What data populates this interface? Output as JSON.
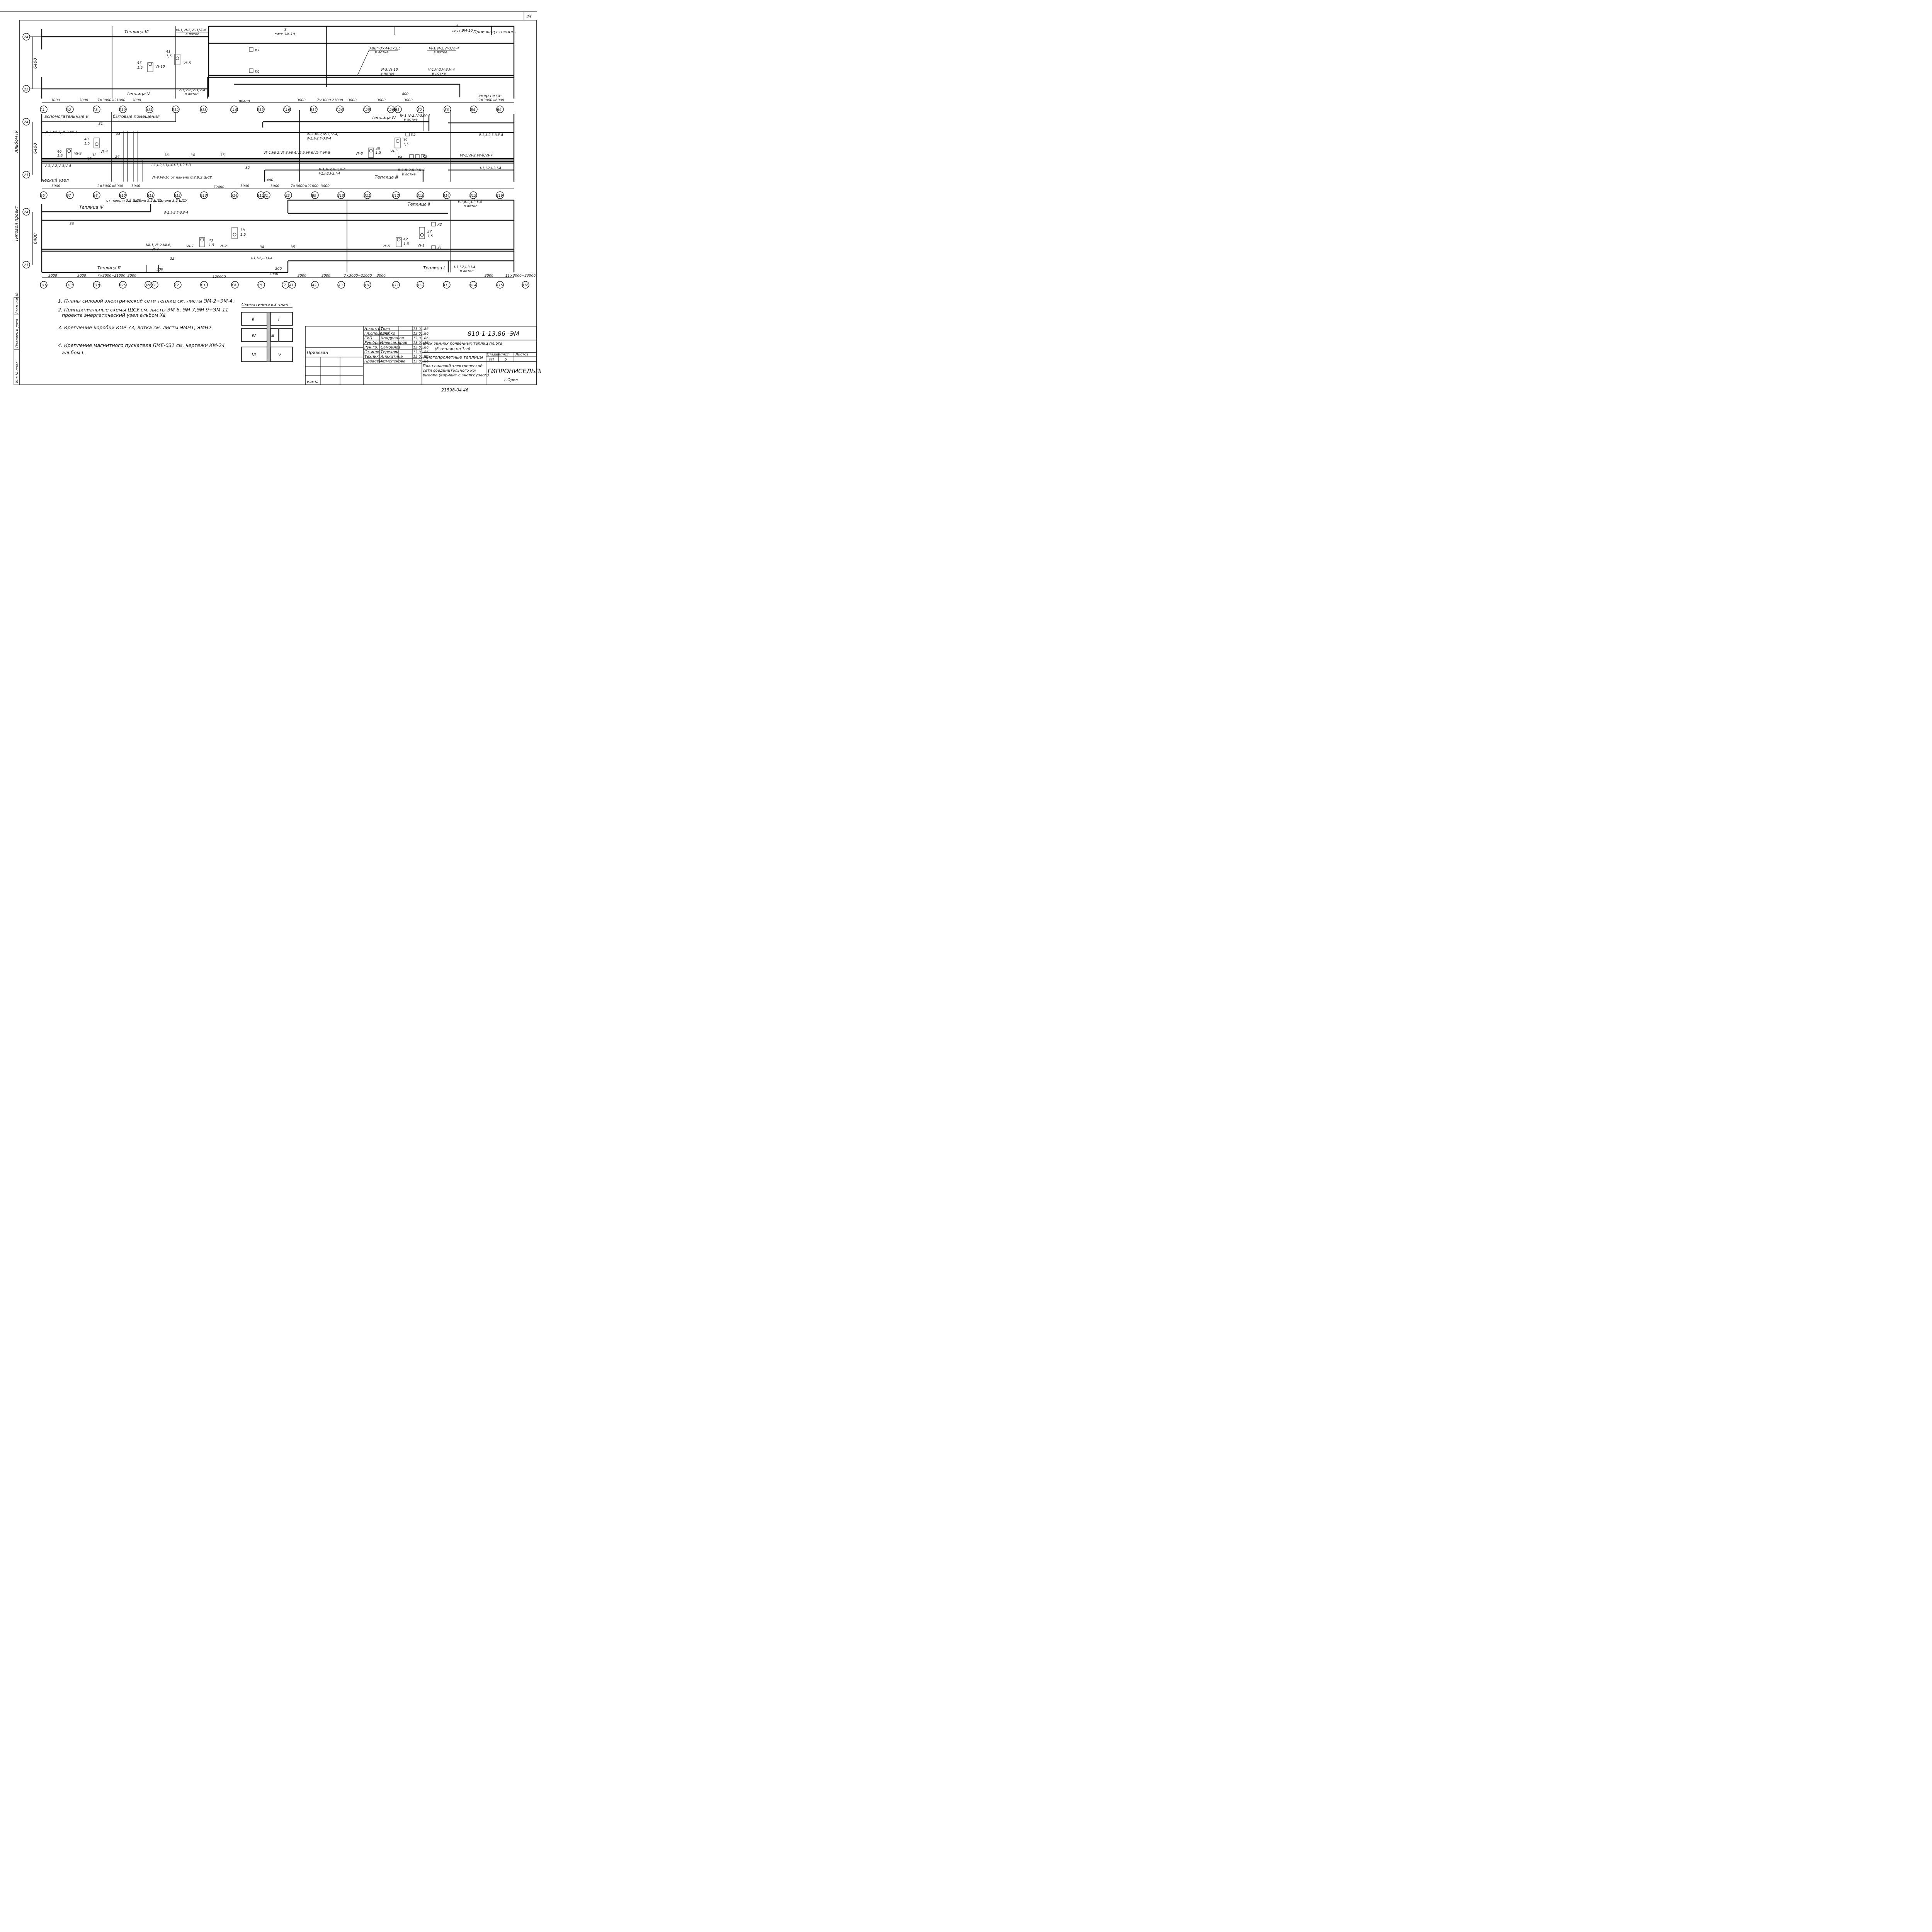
{
  "sheet": {
    "page_number": "45",
    "side_labels": [
      "Типовой проект",
      "Альбом IV"
    ],
    "stamp_labels": [
      "Инв.№ подл.",
      "Подпись и дата",
      "Взам.инв.№"
    ],
    "bottom_number": "21598-04 46"
  },
  "rows": {
    "axis_labels": [
      "24",
      "25"
    ],
    "dimension": "6400"
  },
  "greenhouses": [
    "Теплица Ⅵ",
    "Теплица Ⅴ",
    "Теплица Ⅳ",
    "Теплица Ⅲ",
    "Теплица Ⅳ",
    "Теплица Ⅱ",
    "Теплица Ⅲ",
    "Теплица I"
  ],
  "zone_labels": [
    "вспомогательные и",
    "бытовые помещения",
    "ческий узел",
    "Производ ственно-",
    "энер гети-"
  ],
  "cables": {
    "c1": "Ⅵ-1,Ⅵ-2,Ⅵ-3,Ⅵ-4",
    "c1b": "в лотке",
    "c2": "Ⅵ-1,Ⅵ-2,Ⅵ-3,Ⅵ-4",
    "c3": "АВВГ-3×4+1×2,5",
    "c4": "Ⅵ-3,Ⅶ-10",
    "c5": "Ⅴ-1,Ⅴ-2,Ⅴ-3,Ⅴ-4",
    "c6": "Ⅴ-1,Ⅴ-2,Ⅴ-3,Ⅴ-4",
    "c7": "Ⅳ-1,Ⅳ-2,Ⅳ-3,Ⅳ-4",
    "c8": "Ⅳ-1,Ⅳ-2,Ⅳ-3,Ⅳ-4,",
    "c8b": "Ⅱ-1,Ⅱ-2,Ⅱ-3,Ⅱ-4",
    "c9": "Ⅱ-1,Ⅱ-2,Ⅱ-3,Ⅱ-4",
    "c10": "Ⅶ-1,Ⅶ-2,Ⅶ-3,Ⅶ-4",
    "c11": "Ⅶ-1,Ⅶ-2,Ⅶ-6,Ⅶ-7",
    "c12": "Ⅰ-1,Ⅰ-2,Ⅰ-3,Ⅰ-4",
    "c13": "Ⅲ-1,Ⅲ-2,Ⅲ-3,Ⅲ-4",
    "c14": "Ⅰ-1,Ⅰ-2,Ⅰ-3,Ⅰ-4",
    "c15": "Ⅲ-1,Ⅲ-2,Ⅲ-3,Ⅲ-4",
    "c16": "Ⅱ-1,Ⅱ-2,Ⅱ-3,Ⅱ-4",
    "c17": "Ⅱ-1,Ⅱ-2,Ⅱ-3,Ⅱ-4",
    "c18": "Ⅶ-1,Ⅶ-2,Ⅶ-6,",
    "c18b": "Ⅶ-7",
    "c19": "Ⅰ-1,Ⅰ-2,Ⅰ-3,Ⅰ-4",
    "c20": "Ⅰ-1,Ⅰ-2,Ⅰ-3,Ⅰ-4",
    "c21": "Ⅴ-1,Ⅴ-2,Ⅴ-3,Ⅴ-4",
    "c22": "Ⅰ-1,Ⅰ-2,Ⅰ-3,Ⅰ-4,Ⅰ-1,Ⅱ-2,Ⅱ-3",
    "c23": "Ⅶ-1,Ⅶ-2,Ⅶ-3,Ⅶ-4,Ⅶ-5,Ⅶ-6,Ⅶ-7,Ⅶ-8",
    "c24": "Ⅶ-9,Ⅶ-10 от панели 8.2,9.2 ЩСУ",
    "in_tray": "в лотке",
    "labels": [
      "31",
      "32",
      "33",
      "34",
      "35",
      "36",
      "37"
    ],
    "to_panel": [
      "от панели 3.2 ЩСУ",
      "от панели 5.2 ЩСУ",
      "от панели 3.2 ЩСУ"
    ]
  },
  "equipment": [
    {
      "num": "47",
      "cross": "1,5",
      "motor": "Ⅶ-10"
    },
    {
      "num": "41",
      "cross": "1,5",
      "motor": "Ⅶ-5"
    },
    {
      "num": "40",
      "cross": "1,5",
      "motor": "Ⅶ-4"
    },
    {
      "num": "46",
      "cross": "1,5",
      "motor": "Ⅶ-9"
    },
    {
      "num": "45",
      "cross": "1,5",
      "motor": "Ⅶ-8"
    },
    {
      "num": "39",
      "cross": "1,5",
      "motor": "Ⅶ-3"
    },
    {
      "num": "38",
      "cross": "1,5",
      "motor": "Ⅶ-2"
    },
    {
      "num": "43",
      "cross": "1,5",
      "motor": "Ⅶ-7"
    },
    {
      "num": "42",
      "cross": "1,5",
      "motor": "Ⅶ-6"
    },
    {
      "num": "37",
      "cross": "1,5",
      "motor": "Ⅶ-1"
    }
  ],
  "boxes": [
    "K7",
    "K6",
    "K5",
    "K4",
    "K3",
    "K2",
    "K1"
  ],
  "refs": {
    "r3": "3",
    "r3b": "лист ЭМ-10",
    "r4": "4",
    "r4b": "лист ЭМ-10"
  },
  "axes": {
    "row1": [
      "А1",
      "А2",
      "А3",
      "А10",
      "А11",
      "А12",
      "А13",
      "А14",
      "А15",
      "А16",
      "А17",
      "А24",
      "А25",
      "А26",
      "Б1",
      "Б2",
      "Б3",
      "Б4",
      "Б6"
    ],
    "row2": [
      "Б6",
      "Б7",
      "Б8",
      "Б10",
      "Б11",
      "Б12",
      "Б13",
      "Б14",
      "Б15",
      "В1",
      "В2",
      "В9",
      "В10",
      "В11",
      "В12",
      "В13",
      "В14",
      "В15",
      "В16"
    ],
    "row3": [
      "В16",
      "В17",
      "В18",
      "В25",
      "В26",
      "Г1",
      "Г2",
      "Г3",
      "Г4",
      "Г5",
      "Г6",
      "А1",
      "А2",
      "А3",
      "А10",
      "А11",
      "А12",
      "А13",
      "А14",
      "А15",
      "А16"
    ]
  },
  "dims": {
    "row1": [
      "3000",
      "3000",
      "7×3000=21000",
      "3000",
      "90400",
      "3000",
      "7×3000 21000",
      "3000",
      "3000",
      "400",
      "3000",
      "2×3000=6000"
    ],
    "row2": [
      "3000",
      "2×3000=6000",
      "3000",
      "72400",
      "3000",
      "400",
      "3000",
      "7×3000=21000",
      "3000"
    ],
    "row3": [
      "3000",
      "3000",
      "7×3000=21000",
      "3000",
      "300",
      "120600",
      "3000",
      "300",
      "3000",
      "3000",
      "7×3000=21000",
      "3000",
      "3000",
      "11×3000=33000"
    ]
  },
  "notes": [
    "1. Планы силовой электрической сети теплиц см. листы ЭМ-2÷ЭМ-4.",
    "2. Принципиальные схемы ЩСУ см. листы ЭМ-6, ЭМ-7,ЭМ-9÷ЭМ-11",
    "проекта энергетический узел альбом ХⅡ",
    "3. Крепление коробки КОР-73, лотка см. листы ЭМН1, ЭМН2",
    "4. Крепление магнитного пускателя ПМЕ-031 см. чертежи КМ-24",
    "альбом I."
  ],
  "scheme": {
    "title": "Схематический план",
    "cells": [
      "Ⅱ",
      "I",
      "Ⅳ",
      "Ⅲ",
      "Ⅵ",
      "Ⅴ"
    ]
  },
  "title_block": {
    "binding": "Привязан",
    "inv": "Инв.№",
    "roles": [
      "Н.контр.",
      "Гл.специал.",
      "ГИП",
      "Рук.бриг.",
      "Рук.гр.",
      "Ст.инж.",
      "Техник",
      "Проверил"
    ],
    "names": [
      "Ткач",
      "Слабко",
      "Кондрашов",
      "Александров",
      "Самойлов",
      "Терехова",
      "Аникитина",
      "Лемепекова"
    ],
    "dates": [
      "13.01.86",
      "13.01.86",
      "13.01.86",
      "13.01.86",
      "13.01.86",
      "13.01.86",
      "15.01.86",
      "13.01.86"
    ],
    "code": "810-1-13.86 -ЭМ",
    "project": "Блок зимних почвенных теплиц пл.6га",
    "project2": "(6 теплиц по 1га)",
    "object": "Многопролетные теплицы",
    "stage_h": "Стадия",
    "sheet_h": "Лист",
    "sheets_h": "Листов",
    "stage": "РП",
    "sheet": "5",
    "drawing": "План силовой электрической",
    "drawing2": "сети соединительного ко-",
    "drawing3": "ридора (вариант с энергоузлом)",
    "org": "ГИПРОНИСЕЛЬПРОМ",
    "city": "г.Орел"
  }
}
